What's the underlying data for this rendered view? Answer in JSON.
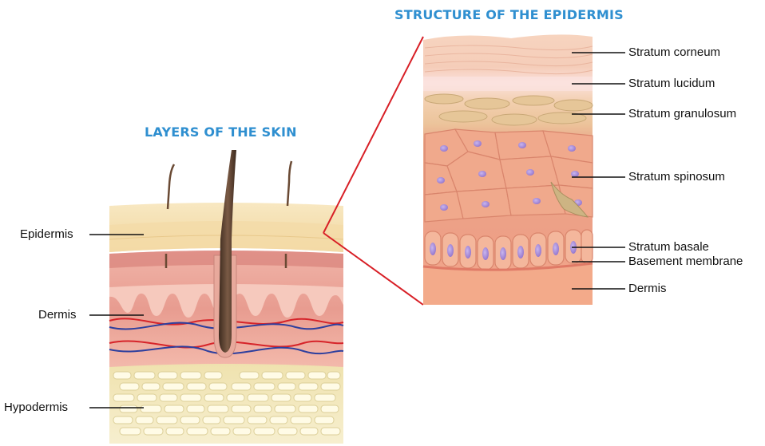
{
  "titles": {
    "left": "LAYERS OF THE SKIN",
    "right": "STRUCTURE OF THE EPIDERMIS"
  },
  "left_labels": {
    "epidermis": "Epidermis",
    "dermis": "Dermis",
    "hypodermis": "Hypodermis"
  },
  "right_labels": {
    "corneum": "Stratum corneum",
    "lucidum": "Stratum lucidum",
    "granulosum": "Stratum granulosum",
    "spinosum": "Stratum spinosum",
    "basale": "Stratum basale",
    "basement": "Basement membrane",
    "dermis": "Dermis"
  },
  "colors": {
    "title_blue": "#2f8fd0",
    "zoom_line_red": "#d81f26",
    "epidermis_cream": "#f6e2b4",
    "dermis_pink": "#eaa39a",
    "hypodermis_yellow": "#f2e8b8",
    "vein_blue": "#2d3f9e",
    "artery_red": "#d6242a",
    "spinous_cell": "#f0a98c",
    "nucleus_violet": "#a98ed6"
  }
}
